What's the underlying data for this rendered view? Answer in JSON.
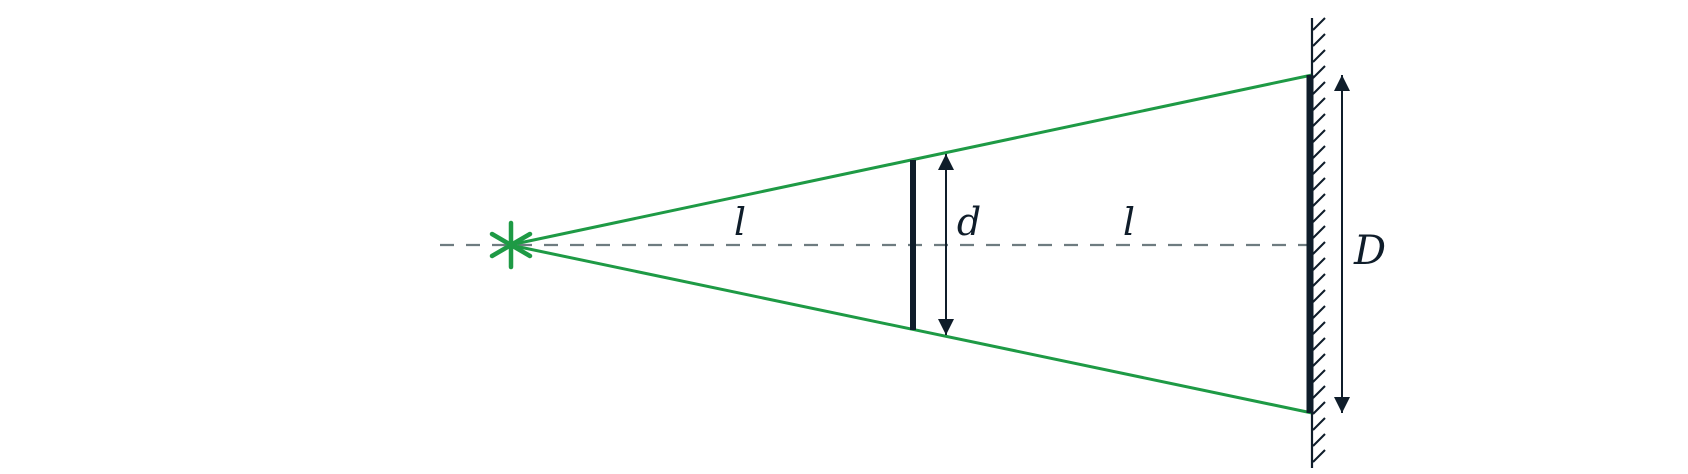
{
  "labels": {
    "distance_source_to_obstacle": "l",
    "distance_obstacle_to_screen": "l",
    "obstacle_size": "d",
    "shadow_size": "D"
  },
  "colors": {
    "rays": "#1e9a45",
    "source": "#1e9a45",
    "objects": "#0f1d2a",
    "axis": "#6e7c80",
    "background": "#ffffff"
  }
}
